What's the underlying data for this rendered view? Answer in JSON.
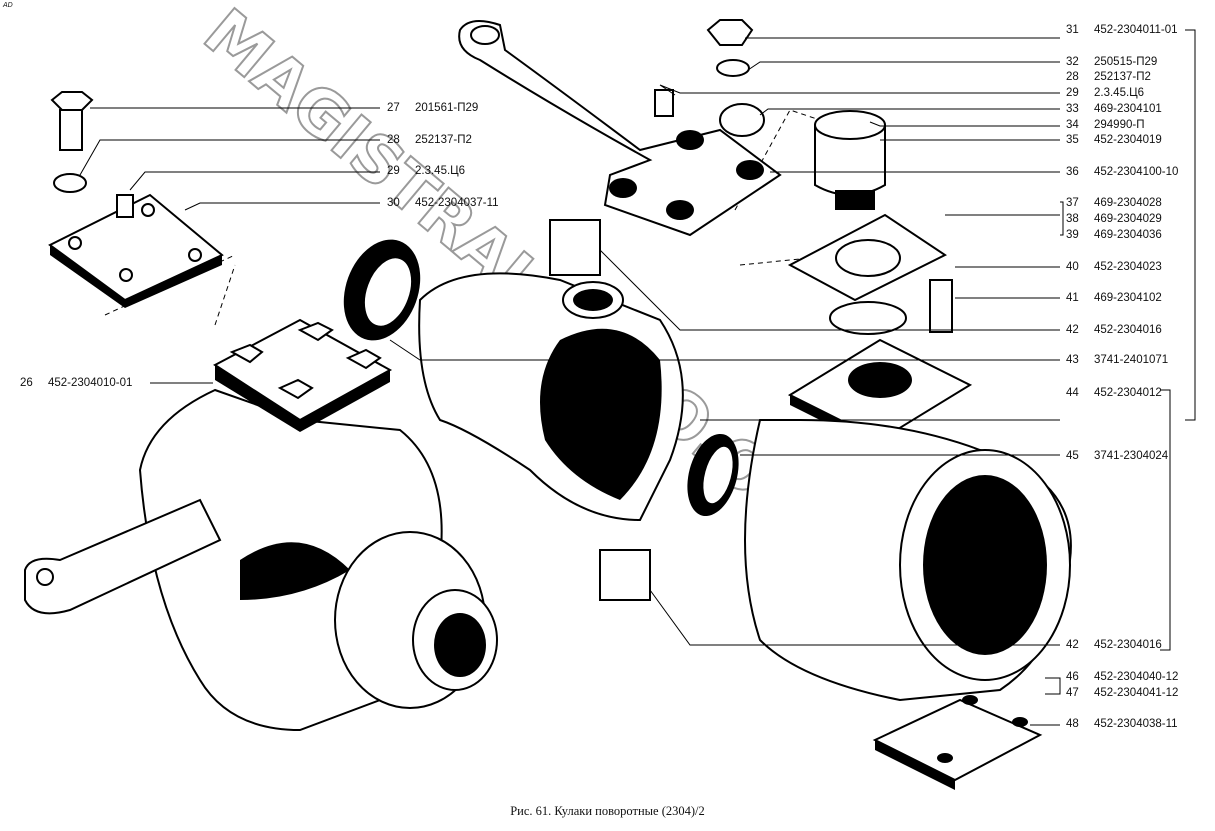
{
  "corner_mark": "AD",
  "watermark": "MAGISTRAL-AVTO.ONLINE",
  "caption": "Рис. 61. Кулаки поворотные (2304)/2",
  "left_labels": [
    {
      "num": "27",
      "code": "201561-П29"
    },
    {
      "num": "28",
      "code": "252137-П2"
    },
    {
      "num": "29",
      "code": "2.3.45.Ц6"
    },
    {
      "num": "30",
      "code": "452-2304037-11"
    },
    {
      "num": "26",
      "code": "452-2304010-01"
    }
  ],
  "right_labels": [
    {
      "num": "31",
      "code": "452-2304011-01"
    },
    {
      "num": "32",
      "code": "250515-П29"
    },
    {
      "num": "28",
      "code": "252137-П2"
    },
    {
      "num": "29",
      "code": "2.3.45.Ц6"
    },
    {
      "num": "33",
      "code": "469-2304101"
    },
    {
      "num": "34",
      "code": "294990-П"
    },
    {
      "num": "35",
      "code": "452-2304019"
    },
    {
      "num": "36",
      "code": "452-2304100-10"
    },
    {
      "num": "37",
      "code": "469-2304028"
    },
    {
      "num": "38",
      "code": "469-2304029"
    },
    {
      "num": "39",
      "code": "469-2304036"
    },
    {
      "num": "40",
      "code": "452-2304023"
    },
    {
      "num": "41",
      "code": "469-2304102"
    },
    {
      "num": "42",
      "code": "452-2304016"
    },
    {
      "num": "43",
      "code": "3741-2401071"
    },
    {
      "num": "44",
      "code": "452-2304012"
    },
    {
      "num": "45",
      "code": "3741-2304024"
    },
    {
      "num": "42",
      "code": "452-2304016"
    },
    {
      "num": "46",
      "code": "452-2304040-12"
    },
    {
      "num": "47",
      "code": "452-2304041-12"
    },
    {
      "num": "48",
      "code": "452-2304038-11"
    }
  ]
}
